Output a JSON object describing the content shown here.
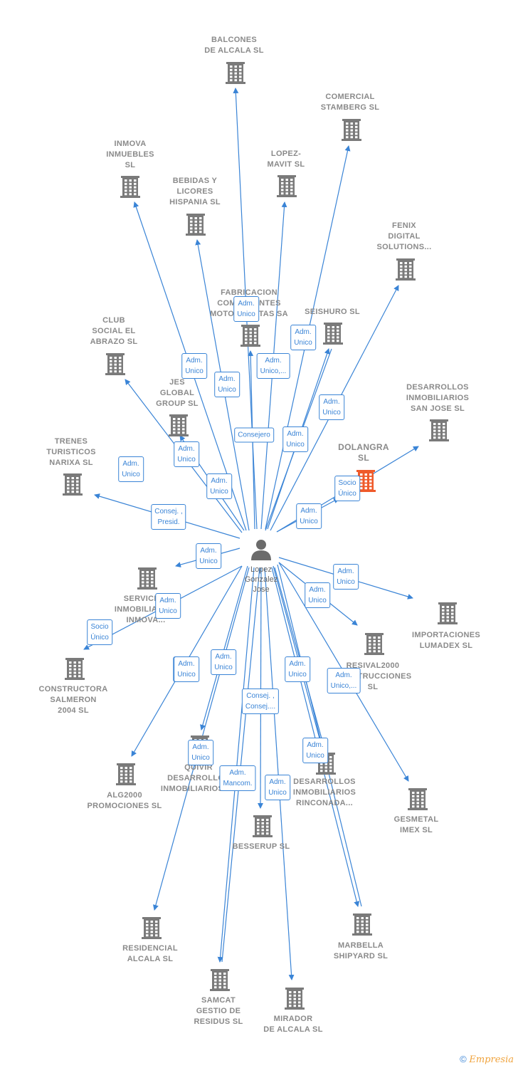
{
  "center": {
    "label_lines": [
      "Lopez",
      "Gonzalez",
      "Jose"
    ],
    "icon": "person-icon"
  },
  "colors": {
    "edge": "#3a84d6",
    "building": "#7a7a7a",
    "highlight": "#ef5a2a",
    "person": "#6b6b6b"
  },
  "companies": [
    {
      "id": "balcones",
      "lines": [
        "BALCONES",
        "DE ALCALA SL"
      ],
      "icon": "building-icon"
    },
    {
      "id": "comercial",
      "lines": [
        "COMERCIAL",
        "STAMBERG  SL"
      ],
      "icon": "building-icon"
    },
    {
      "id": "inmova",
      "lines": [
        "INMOVA",
        "INMUEBLES",
        "SL"
      ],
      "icon": "building-icon"
    },
    {
      "id": "lopezmavit",
      "lines": [
        "LOPEZ-",
        "MAVIT  SL"
      ],
      "icon": "building-icon"
    },
    {
      "id": "bebidas",
      "lines": [
        "BEBIDAS Y",
        "LICORES",
        "HISPANIA  SL"
      ],
      "icon": "building-icon"
    },
    {
      "id": "fenix",
      "lines": [
        "FENIX",
        "DIGITAL",
        "SOLUTIONS..."
      ],
      "icon": "building-icon"
    },
    {
      "id": "fabricacion",
      "lines": [
        "FABRICACION",
        "COMPONENTES",
        "MOTOCICLETAS SA"
      ],
      "icon": "building-icon"
    },
    {
      "id": "seishuro",
      "lines": [
        "SEISHURO SL"
      ],
      "icon": "building-icon"
    },
    {
      "id": "club",
      "lines": [
        "CLUB",
        "SOCIAL EL",
        "ABRAZO  SL"
      ],
      "icon": "building-icon"
    },
    {
      "id": "desarrollossj",
      "lines": [
        "DESARROLLOS",
        "INMOBILIARIOS",
        "SAN JOSE  SL"
      ],
      "icon": "building-icon"
    },
    {
      "id": "jes",
      "lines": [
        "JES",
        "GLOBAL",
        "GROUP  SL"
      ],
      "icon": "building-icon"
    },
    {
      "id": "dolangra",
      "lines": [
        "DOLANGRA",
        "SL"
      ],
      "icon": "building-icon",
      "highlight": true
    },
    {
      "id": "trenes",
      "lines": [
        "TRENES",
        "TURISTICOS",
        "NARIXA SL"
      ],
      "icon": "building-icon"
    },
    {
      "id": "servicios",
      "lines": [
        "SERVICIOS",
        "INMOBILIARIOS",
        "INMOVA..."
      ],
      "icon": "building-icon"
    },
    {
      "id": "importaciones",
      "lines": [
        "IMPORTACIONES",
        "LUMADEX SL"
      ],
      "icon": "building-icon"
    },
    {
      "id": "resival",
      "lines": [
        "RESIVAL2000",
        "CONSTRUCCIONES",
        "SL"
      ],
      "icon": "building-icon"
    },
    {
      "id": "constructora",
      "lines": [
        "CONSTRUCTORA",
        "SALMERON",
        "2004 SL"
      ],
      "icon": "building-icon"
    },
    {
      "id": "quivir",
      "lines": [
        "QUIVIR",
        "DESARROLLOS",
        "INMOBILIARIOS SL"
      ],
      "icon": "building-icon"
    },
    {
      "id": "desarrollosrin",
      "lines": [
        "DESARROLLOS",
        "INMOBILIARIOS",
        "RINCONADA..."
      ],
      "icon": "building-icon"
    },
    {
      "id": "alg2000",
      "lines": [
        "ALG2000",
        "PROMOCIONES SL"
      ],
      "icon": "building-icon"
    },
    {
      "id": "gesmetal",
      "lines": [
        "GESMETAL",
        "IMEX  SL"
      ],
      "icon": "building-icon"
    },
    {
      "id": "besserup",
      "lines": [
        "BESSERUP SL"
      ],
      "icon": "building-icon"
    },
    {
      "id": "residencial",
      "lines": [
        "RESIDENCIAL",
        "ALCALA SL"
      ],
      "icon": "building-icon"
    },
    {
      "id": "marbella",
      "lines": [
        "MARBELLA",
        "SHIPYARD SL"
      ],
      "icon": "building-icon"
    },
    {
      "id": "samcat",
      "lines": [
        "SAMCAT",
        "GESTIO DE",
        "RESIDUS  SL"
      ],
      "icon": "building-icon"
    },
    {
      "id": "mirador",
      "lines": [
        "MIRADOR",
        "DE ALCALA SL"
      ],
      "icon": "building-icon"
    }
  ],
  "edge_labels": [
    {
      "lines": [
        "Adm.",
        "Unico"
      ]
    },
    {
      "lines": [
        "Adm.",
        "Unico"
      ]
    },
    {
      "lines": [
        "Adm.",
        "Unico"
      ]
    },
    {
      "lines": [
        "Adm.",
        "Unico"
      ]
    },
    {
      "lines": [
        "Adm.",
        "Unico,..."
      ]
    },
    {
      "lines": [
        "Adm.",
        "Unico"
      ]
    },
    {
      "lines": [
        "Adm.",
        "Unico"
      ]
    },
    {
      "lines": [
        "Consejero"
      ]
    },
    {
      "lines": [
        "Adm.",
        "Unico"
      ]
    },
    {
      "lines": [
        "Adm.",
        "Unico"
      ]
    },
    {
      "lines": [
        "Adm.",
        "Unico"
      ]
    },
    {
      "lines": [
        "Socio",
        "Único"
      ]
    },
    {
      "lines": [
        "Adm.",
        "Unico"
      ]
    },
    {
      "lines": [
        "Consej. ,",
        "Presid."
      ]
    },
    {
      "lines": [
        "Adm.",
        "Unico"
      ]
    },
    {
      "lines": [
        "Adm.",
        "Unico"
      ]
    },
    {
      "lines": [
        "Adm.",
        "Unico"
      ]
    },
    {
      "lines": [
        "Adm.",
        "Unico"
      ]
    },
    {
      "lines": [
        "Adm.",
        "Unico"
      ]
    },
    {
      "lines": [
        "Socio",
        "Único"
      ]
    },
    {
      "lines": [
        "Adm.",
        "Unico"
      ]
    },
    {
      "lines": [
        "Adm.",
        "Unico"
      ]
    },
    {
      "lines": [
        "Consej. ,",
        "Consej...."
      ]
    },
    {
      "lines": [
        "Adm.",
        "Unico"
      ]
    },
    {
      "lines": [
        "Adm.",
        "Unico,..."
      ]
    },
    {
      "lines": [
        "Adm.",
        "Unico"
      ]
    },
    {
      "lines": [
        "Adm.",
        "Mancom."
      ]
    },
    {
      "lines": [
        "Adm.",
        "Unico"
      ]
    },
    {
      "lines": [
        "Adm.",
        "Unico"
      ]
    }
  ],
  "branding": {
    "copyright": "©",
    "brand_initial": "E",
    "brand_rest": "mpresia"
  }
}
